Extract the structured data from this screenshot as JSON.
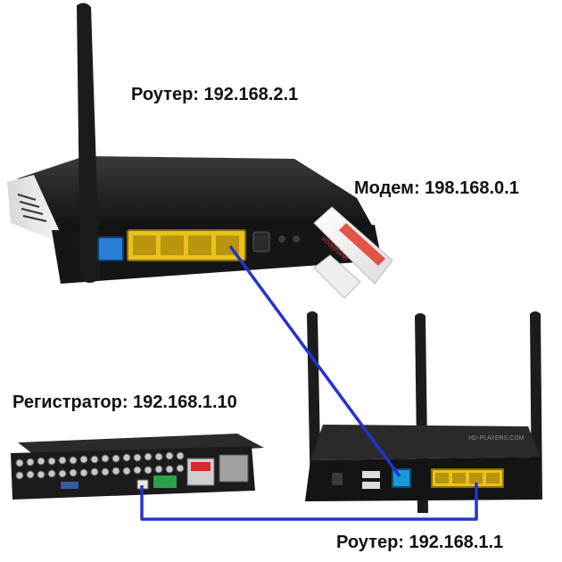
{
  "labels": {
    "router_top": "Роутер: 192.168.2.1",
    "modem": "Модем: 198.168.0.1",
    "dvr": "Регистратор: 192.168.1.10",
    "router_bottom": "Роутер: 192.168.1.1"
  },
  "watermarks": {
    "router_brand": "HD-PLAYERS.COM"
  },
  "colors": {
    "cable": "#2233cc",
    "lan_port": "#e8c21a",
    "wan_port": "#2a7fd4",
    "modem_accent": "#e03a2a"
  }
}
